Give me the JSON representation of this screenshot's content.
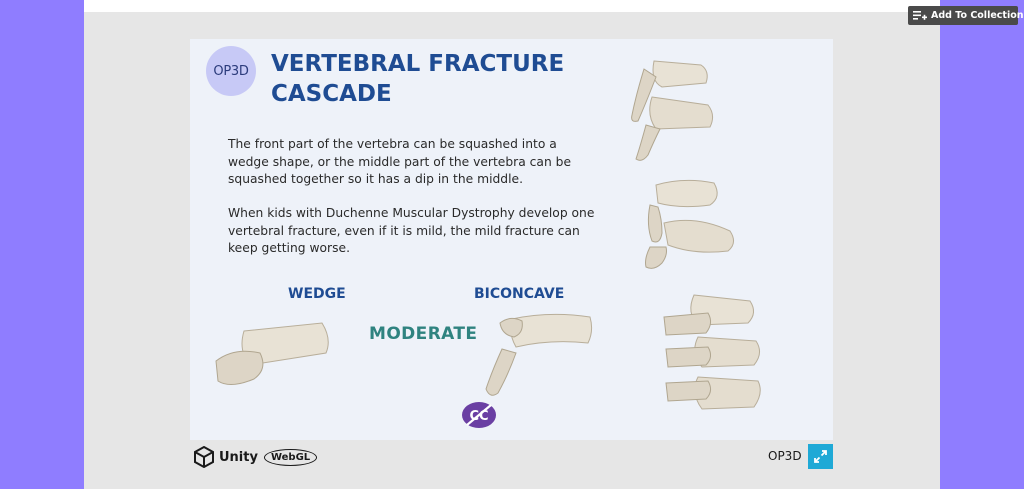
{
  "toolbar": {
    "add_to_collection_label": "Add To Collection",
    "add_icon": "playlist-add-icon"
  },
  "slide": {
    "logo_text": "OP3D",
    "title": "VERTEBRAL FRACTURE CASCADE",
    "paragraphs": [
      "The front part of the vertebra can be squashed into a wedge shape, or the middle part of the vertebra can be squashed together so it has a dip in the middle.",
      "When kids with Duchenne Muscular Dystrophy develop one vertebral fracture, even if it is mild, the mild fracture can keep getting worse."
    ],
    "labels": {
      "wedge": "WEDGE",
      "biconcave": "BICONCAVE",
      "severity": "MODERATE"
    }
  },
  "footer": {
    "unity_label": "Unity",
    "webgl_label": "WebGL",
    "app_title": "OP3D",
    "fullscreen_icon": "fullscreen-icon"
  },
  "colors": {
    "page_background": "#8f7dff",
    "slide_title": "#1f4c93",
    "severity_label": "#2f8380",
    "fullscreen_button": "#1fa9d6"
  }
}
